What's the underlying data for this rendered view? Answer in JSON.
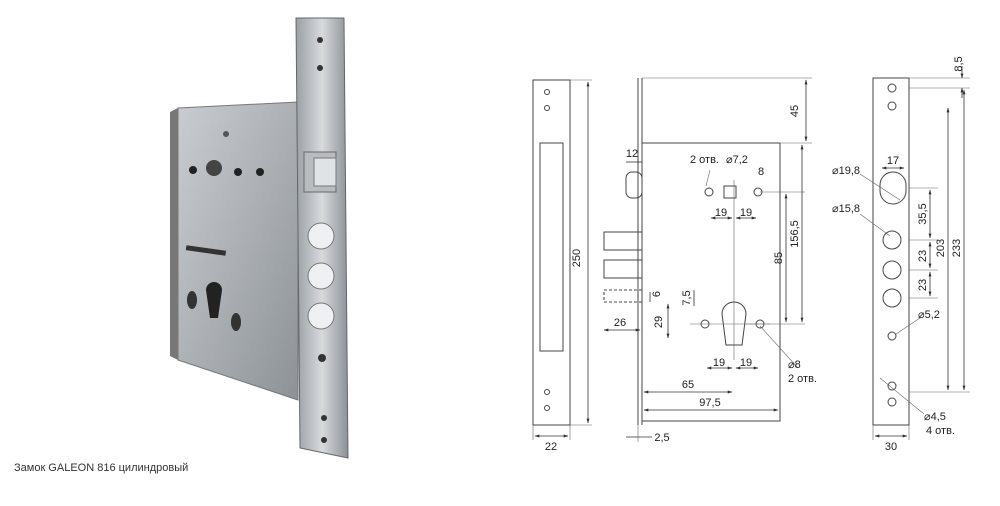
{
  "caption": "Замок GALEON 816 цилиндровый",
  "front_view": {
    "d250": "250",
    "d22": "22"
  },
  "side_view": {
    "d45": "45",
    "d12": "12",
    "holes_top_label": "2 отв.",
    "d7_2": "⌀7,2",
    "sq8": "8",
    "d19a": "19",
    "d19b": "19",
    "d85": "85",
    "d156_5": "156,5",
    "d6": "6",
    "d7_5": "7,5",
    "d26": "26",
    "d29": "29",
    "d19c": "19",
    "d19d": "19",
    "d8": "⌀8",
    "holes_bottom_label": "2 отв.",
    "d65": "65",
    "d97_5": "97,5",
    "d2_5": "2,5"
  },
  "faceplate_view": {
    "d8_5": "8,5",
    "d17": "17",
    "d19_8": "⌀19,8",
    "d15_8": "⌀15,8",
    "d35_5": "35,5",
    "d23a": "23",
    "d23b": "23",
    "d203": "203",
    "d233": "233",
    "d5_2": "⌀5,2",
    "d4_5": "⌀4,5",
    "holes4_label": "4 отв.",
    "d30": "30"
  }
}
